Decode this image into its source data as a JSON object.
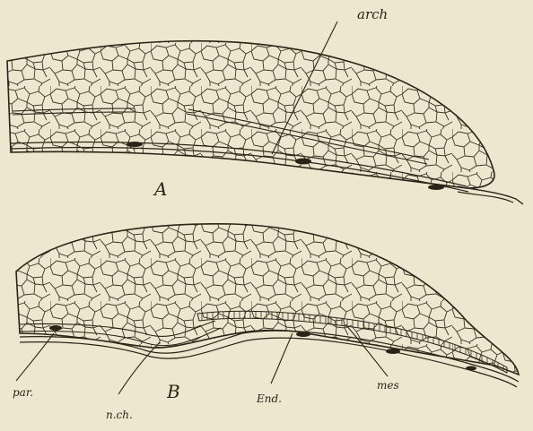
{
  "figure": {
    "background": "#ede7cf",
    "ink": "#2a2418",
    "panel_a": {
      "caption": "A",
      "label_arch": "arch"
    },
    "panel_b": {
      "caption": "B",
      "label_par": "par.",
      "label_nch": "n.ch.",
      "label_end": "End.",
      "label_mes": "mes"
    }
  }
}
